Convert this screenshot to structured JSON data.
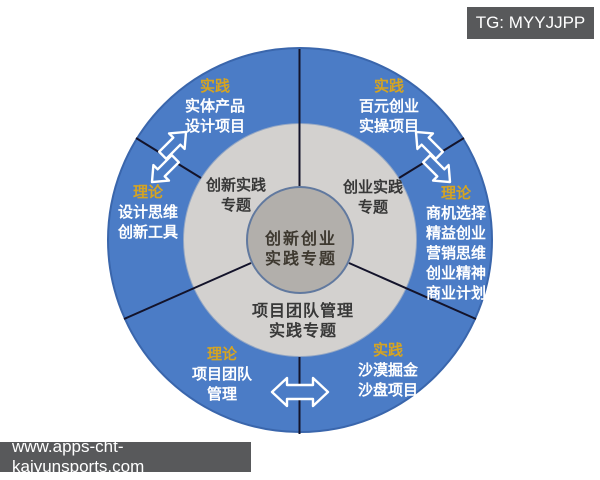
{
  "badge": {
    "text": "TG: MYYJJPP"
  },
  "watermark": {
    "text": "www.apps-cht-kaiyunsports.com"
  },
  "colors": {
    "ring_blue": "#4b7cc6",
    "ring_blue_border": "#3a66ac",
    "inner_ring_gray": "#d3d1cf",
    "center_gray": "#b2afab",
    "label_gold": "#d5a422",
    "divider_line": "#13132a",
    "overlay_gray": "#58595b"
  },
  "diagram": {
    "center": {
      "line1": "创新创业",
      "line2": "实践专题"
    },
    "inner_ring": {
      "left": {
        "line1": "创新实践",
        "line2": "专题"
      },
      "right": {
        "line1": "创业实践",
        "line2": "专题"
      },
      "bottom": {
        "line1": "项目团队管理",
        "line2": "实践专题"
      }
    },
    "outer_ring": {
      "top_left": {
        "label": "实践",
        "lines": [
          "实体产品",
          "设计项目"
        ]
      },
      "top_right": {
        "label": "实践",
        "lines": [
          "百元创业",
          "实操项目"
        ]
      },
      "left": {
        "label": "理论",
        "lines": [
          "设计思维",
          "创新工具"
        ]
      },
      "right": {
        "label": "理论",
        "lines": [
          "商机选择",
          "精益创业",
          "营销思维",
          "创业精神",
          "商业计划"
        ]
      },
      "bottom_left": {
        "label": "理论",
        "lines": [
          "项目团队",
          "管理"
        ]
      },
      "bottom_right": {
        "label": "实践",
        "lines": [
          "沙漠掘金",
          "沙盘项目"
        ]
      }
    },
    "icons": [
      "cycle-arrows-left",
      "cycle-arrows-right",
      "double-arrow-bottom"
    ]
  }
}
